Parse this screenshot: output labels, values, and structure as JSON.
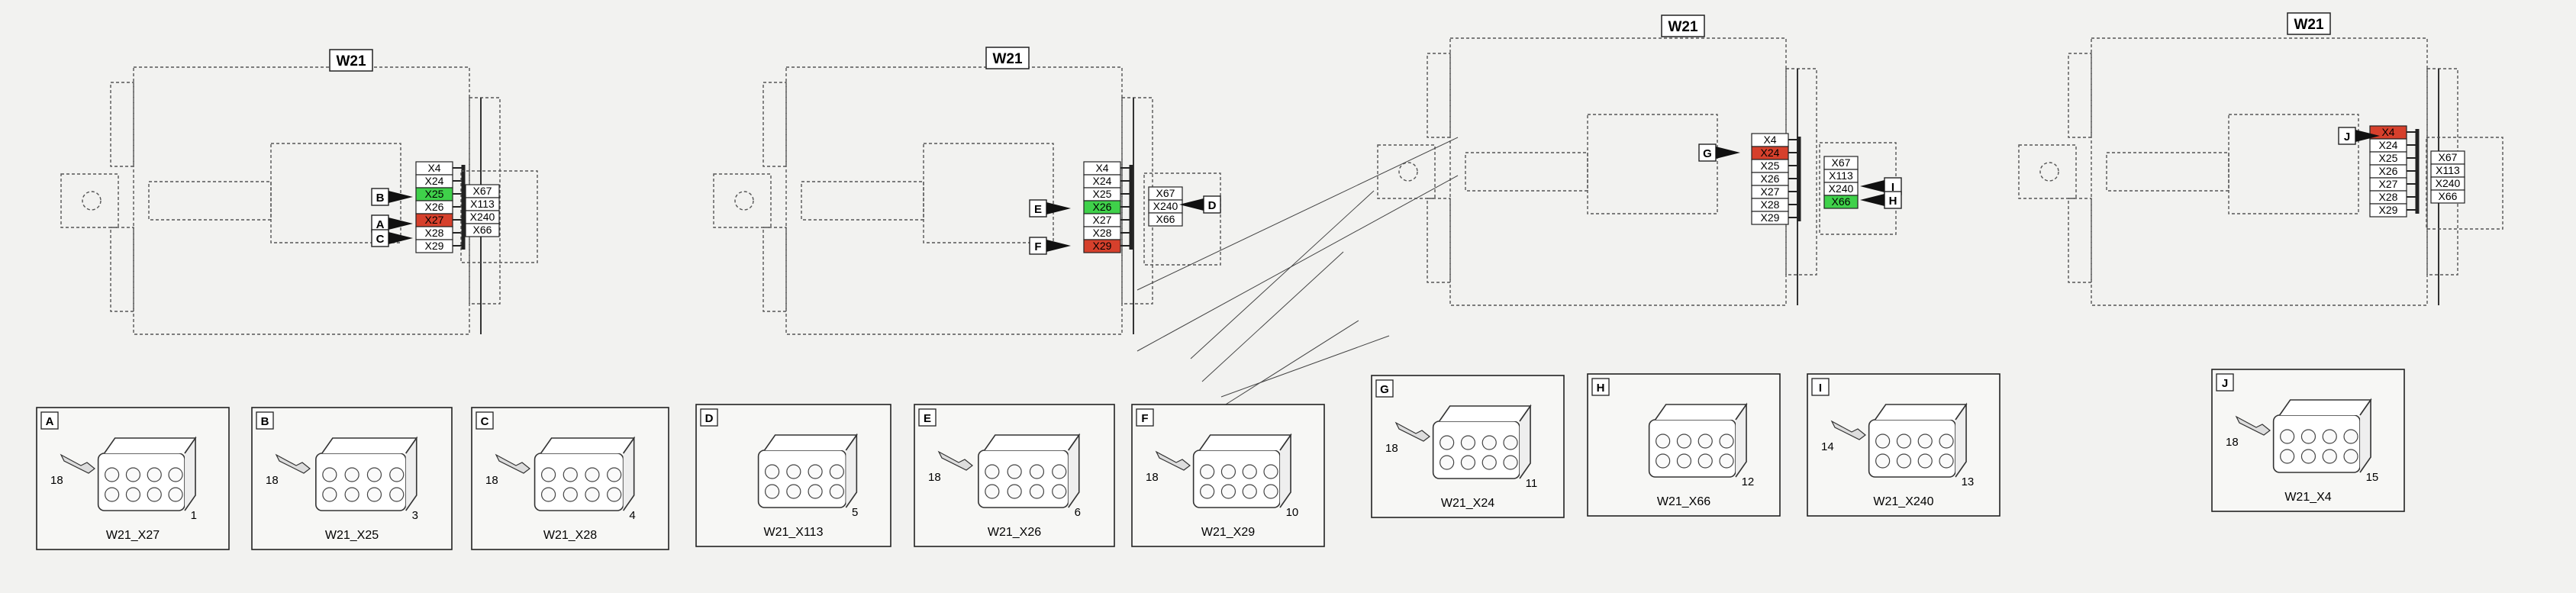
{
  "diagram_views": [
    {
      "title": "W21",
      "connector_ids": [
        "X4",
        "X24",
        "X25",
        "X26",
        "X27",
        "X28",
        "X29"
      ],
      "highlight_green": "X25",
      "highlight_red": "X27",
      "secondary_ids": [
        "X67",
        "X113",
        "X240",
        "X66"
      ],
      "callouts": [
        "B",
        "A",
        "C"
      ]
    },
    {
      "title": "W21",
      "connector_ids": [
        "X4",
        "X24",
        "X25",
        "X26",
        "X27",
        "X28",
        "X29"
      ],
      "highlight_green": "X26",
      "highlight_red": "X29",
      "secondary_ids": [
        "X67",
        "X240",
        "X66"
      ],
      "callouts": [
        "E",
        "F",
        "D"
      ]
    },
    {
      "title": "W21",
      "connector_ids": [
        "X4",
        "X24",
        "X25",
        "X26",
        "X27",
        "X28",
        "X29"
      ],
      "highlight_green": "X66",
      "highlight_red": "X24",
      "secondary_ids": [
        "X67",
        "X113",
        "X240",
        "X66"
      ],
      "callouts": [
        "G",
        "I",
        "H"
      ]
    },
    {
      "title": "W21",
      "connector_ids": [
        "X4",
        "X24",
        "X25",
        "X26",
        "X27",
        "X28",
        "X29"
      ],
      "highlight_green": "",
      "highlight_red": "X4",
      "secondary_ids": [
        "X67",
        "X113",
        "X240",
        "X66"
      ],
      "callouts": [
        "J"
      ]
    }
  ],
  "detail_panels": [
    {
      "letter": "A",
      "name": "W21_X27",
      "part": "1",
      "terminal": "18"
    },
    {
      "letter": "B",
      "name": "W21_X25",
      "part": "3",
      "terminal": "18"
    },
    {
      "letter": "C",
      "name": "W21_X28",
      "part": "4",
      "terminal": "18"
    },
    {
      "letter": "D",
      "name": "W21_X113",
      "part": "5",
      "terminal": ""
    },
    {
      "letter": "E",
      "name": "W21_X26",
      "part": "6",
      "terminal": "18"
    },
    {
      "letter": "F",
      "name": "W21_X29",
      "part": "10",
      "terminal": "18"
    },
    {
      "letter": "G",
      "name": "W21_X24",
      "part": "11",
      "terminal": "18"
    },
    {
      "letter": "H",
      "name": "W21_X66",
      "part": "12",
      "terminal": ""
    },
    {
      "letter": "I",
      "name": "W21_X240",
      "part": "13",
      "terminal": "14"
    },
    {
      "letter": "J",
      "name": "W21_X4",
      "part": "15",
      "terminal": "18"
    }
  ],
  "colors": {
    "highlight_green": "#3fd14a",
    "highlight_red": "#d6402c",
    "line": "#222222",
    "panel_bg": "#f7f7f5"
  }
}
